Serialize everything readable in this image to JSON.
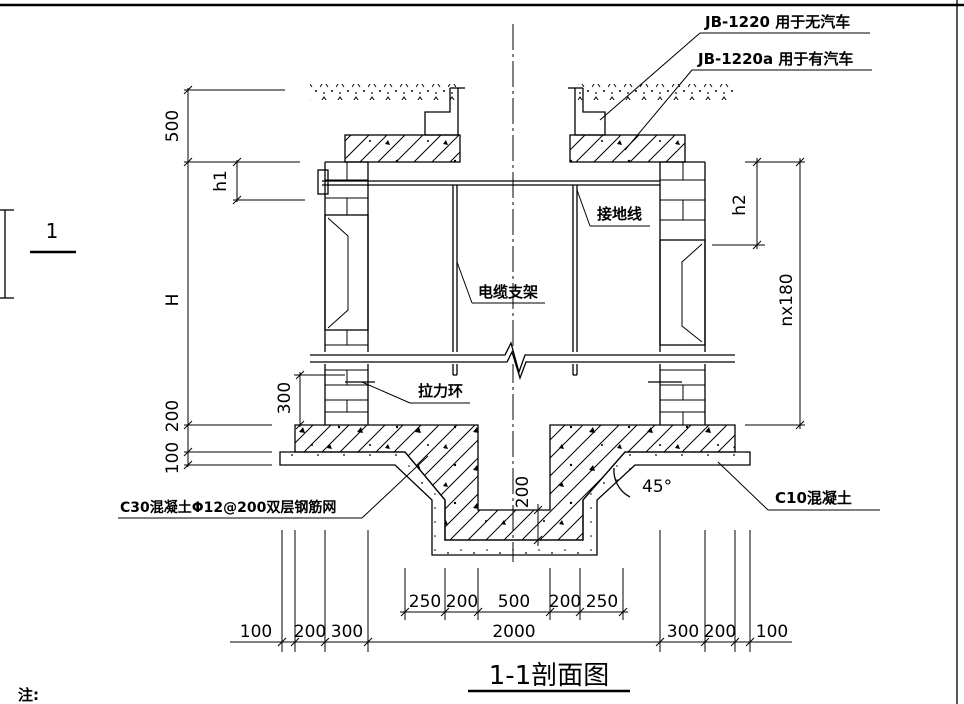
{
  "labels": {
    "cover_note_1": "JB-1220 用于无汽车",
    "cover_note_2": "JB-1220a 用于有汽车",
    "grounding_wire": "接地线",
    "cable_bracket": "电缆支架",
    "pulling_ring": "拉力环",
    "base_rebar_note": "C30混凝土Φ12@200双层钢筋网",
    "cushion_note": "C10混凝土",
    "angle": "45°",
    "section_mark": "1",
    "title": "1-1剖面图",
    "note": "注:"
  },
  "dimensions": {
    "left": {
      "cover": "500",
      "h1": "h1",
      "height": "H",
      "base": "200",
      "cushion": "100"
    },
    "right": {
      "h2": "h2",
      "spacing": "nx180"
    },
    "ring_height": "300",
    "sump_depth": "200",
    "sump_widths": [
      "250",
      "200",
      "500",
      "200",
      "250"
    ],
    "overall_widths": [
      "100",
      "200",
      "300",
      "2000",
      "300",
      "200",
      "100"
    ]
  }
}
